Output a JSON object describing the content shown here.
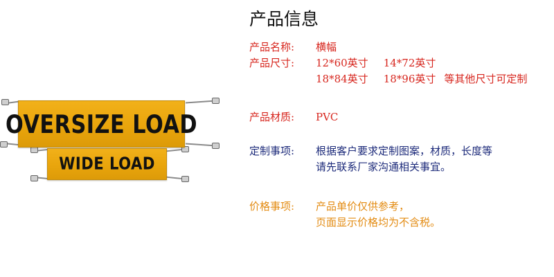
{
  "product": {
    "large_banner_text": "OVERSIZE LOAD",
    "small_banner_text": "WIDE LOAD"
  },
  "info": {
    "title": "产品信息",
    "name": {
      "label": "产品名称:",
      "value": "横幅"
    },
    "size": {
      "label": "产品尺寸:",
      "options": [
        "12*60英寸",
        "14*72英寸",
        "18*84英寸",
        "18*96英寸"
      ],
      "note": "等其他尺寸可定制"
    },
    "material": {
      "label": "产品材质:",
      "value": "PVC"
    },
    "custom": {
      "label": "定制事项:",
      "lines": [
        "根据客户要求定制图案，材质，长度等",
        "请先联系厂家沟通相关事宜。"
      ]
    },
    "price": {
      "label": "价格事项:",
      "lines": [
        "产品单价仅供参考，",
        "页面显示价格均为不含税。"
      ]
    }
  },
  "colors": {
    "red": "#d7261e",
    "navy": "#1c2a7a",
    "orange": "#e38b12",
    "banner_yellow": "#e9a50c"
  }
}
